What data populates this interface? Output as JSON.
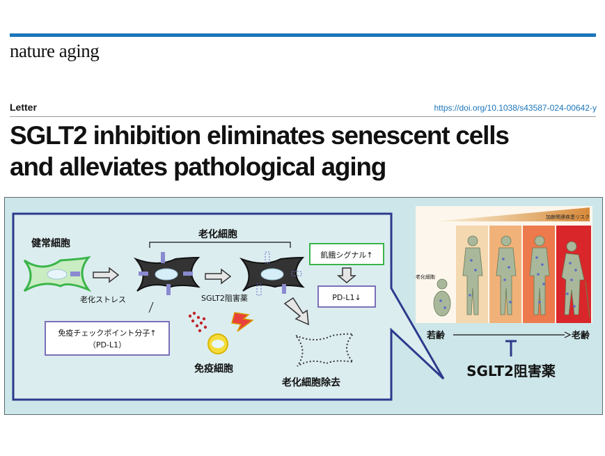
{
  "header": {
    "journal": "nature aging",
    "section": "Letter",
    "doi": "https://doi.org/10.1038/s43587-024-00642-y",
    "title_line1": "SGLT2 inhibition eliminates senescent cells",
    "title_line2": "and alleviates pathological aging"
  },
  "diagram": {
    "healthy_cell": "健常細胞",
    "senescent_cells": "老化細胞",
    "aging_stress": "老化ストレス",
    "sglt2_inhibitor_small": "SGLT2阻害薬",
    "checkpoint_line1": "免疫チェックポイント分子↑",
    "checkpoint_line2": "（PD-L1）",
    "immune_cell": "免疫細胞",
    "starvation_signal": "飢餓シグナル↑",
    "pdl1_down": "PD-L1↓",
    "cell_removal": "老化細胞除去",
    "risk_label": "加齢関連疾患リスク",
    "senescent_cell_small": "老化細胞",
    "young": "若齢",
    "old": "老齢",
    "sglt2_inhibitor_large": "SGLT2阻害薬"
  },
  "colors": {
    "brand_blue": "#1b75bb",
    "figure_bg": "#cde6e9",
    "callout_border": "#2c3a8c",
    "healthy_green": "#3ab54a",
    "callout_purple": "#7b6fb8"
  }
}
